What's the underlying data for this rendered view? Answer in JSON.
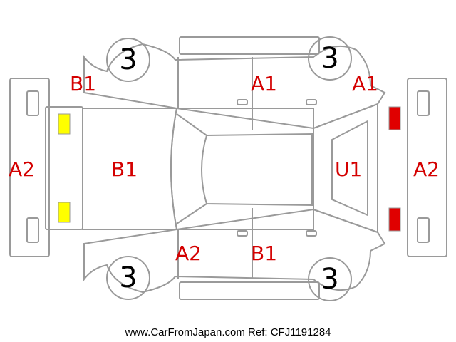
{
  "colors": {
    "line": "#9a9a9a",
    "label": "#d40000",
    "yellow_marker": "#ffff00",
    "red_marker": "#e00000"
  },
  "labels": {
    "front_left_fender": "B1",
    "front_left_door": "A1",
    "rear_left_fender": "A1",
    "front_bumper": "A2",
    "hood": "B1",
    "tailgate": "U1",
    "rear_bumper": "A2",
    "front_right_fender": "A2",
    "front_right_door": "B1"
  },
  "wheels": {
    "front_left": "3",
    "rear_left": "3",
    "front_right": "3",
    "rear_right": "3"
  },
  "footer": "www.CarFromJapan.com Ref: CFJ1191284"
}
